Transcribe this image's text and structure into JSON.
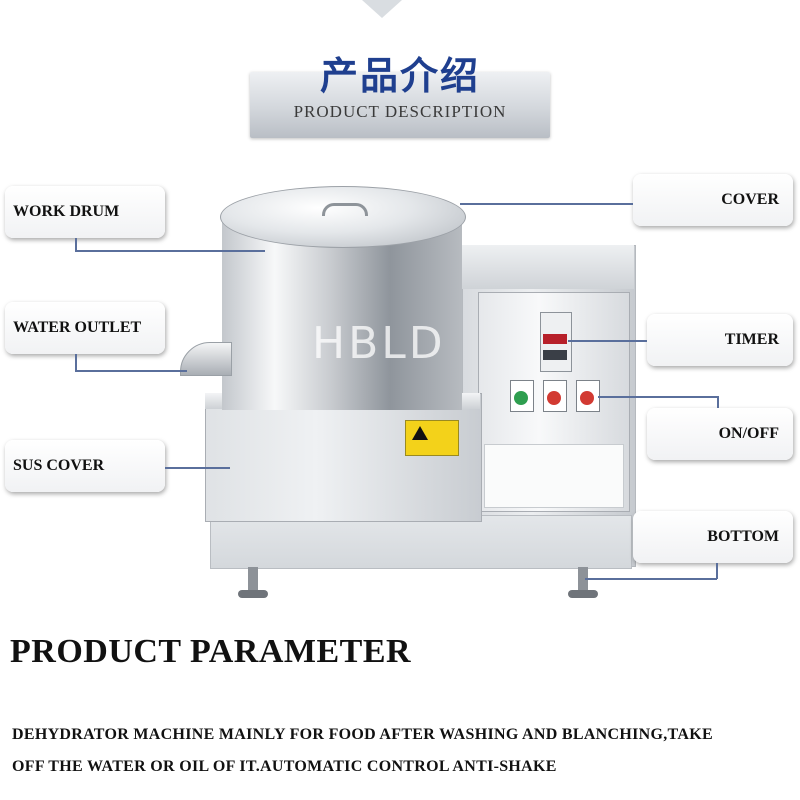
{
  "header": {
    "title_cn": "产品介绍",
    "subtitle": "PRODUCT DESCRIPTION"
  },
  "labels": {
    "work_drum": "WORK DRUM",
    "water_outlet": "WATER OUTLET",
    "sus_cover": "SUS COVER",
    "cover": "COVER",
    "timer": "TIMER",
    "on_off": "ON/OFF",
    "bottom": "BOTTOM"
  },
  "machine": {
    "watermark": "HBLD"
  },
  "section": {
    "title": "PRODUCT PARAMETER",
    "description_line1": "DEHYDRATOR MACHINE MAINLY FOR FOOD AFTER WASHING AND BLANCHING,TAKE",
    "description_line2": "OFF THE WATER OR OIL OF IT.AUTOMATIC CONTROL ANTI-SHAKE"
  },
  "colors": {
    "header_title": "#1f3f8f",
    "pointer_line": "#5a6f9c",
    "button_green": "#2e9e4f",
    "button_red": "#d23a32"
  }
}
